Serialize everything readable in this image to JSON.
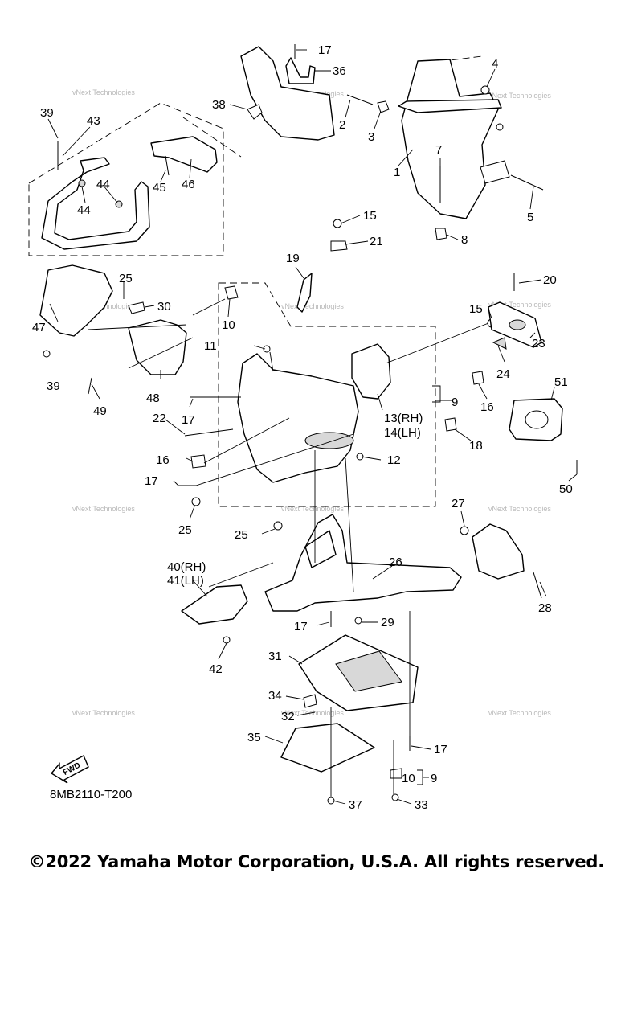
{
  "diagram": {
    "reference_code": "8MB2110-T200",
    "fwd_label": "FWD",
    "watermark_text": "vNext Technologies",
    "callouts": {
      "c1": "1",
      "c2": "2",
      "c3": "3",
      "c4": "4",
      "c5": "5",
      "c7": "7",
      "c8": "8",
      "c9a": "9",
      "c9b": "9",
      "c10a": "10",
      "c10b": "10",
      "c11": "11",
      "c12": "12",
      "c13_14": "13(RH)",
      "c14": "14(LH)",
      "c15a": "15",
      "c15b": "15",
      "c16a": "16",
      "c16b": "16",
      "c17a": "17",
      "c17b": "17",
      "c17c": "17",
      "c17d": "17",
      "c17e": "17",
      "c18": "18",
      "c19": "19",
      "c20": "20",
      "c21": "21",
      "c22": "22",
      "c23": "23",
      "c24": "24",
      "c25a": "25",
      "c25b": "25",
      "c25c": "25",
      "c26": "26",
      "c27": "27",
      "c28": "28",
      "c29": "29",
      "c30": "30",
      "c31": "31",
      "c32": "32",
      "c33": "33",
      "c34": "34",
      "c35": "35",
      "c36": "36",
      "c37": "37",
      "c38": "38",
      "c39a": "39",
      "c39b": "39",
      "c40": "40(RH)",
      "c41": "41(LH)",
      "c42": "42",
      "c43": "43",
      "c44a": "44",
      "c44b": "44",
      "c45": "45",
      "c46": "46",
      "c47": "47",
      "c48": "48",
      "c49": "49",
      "c50": "50",
      "c51": "51"
    }
  },
  "copyright": "©2022 Yamaha Motor Corporation, U.S.A. All rights reserved."
}
